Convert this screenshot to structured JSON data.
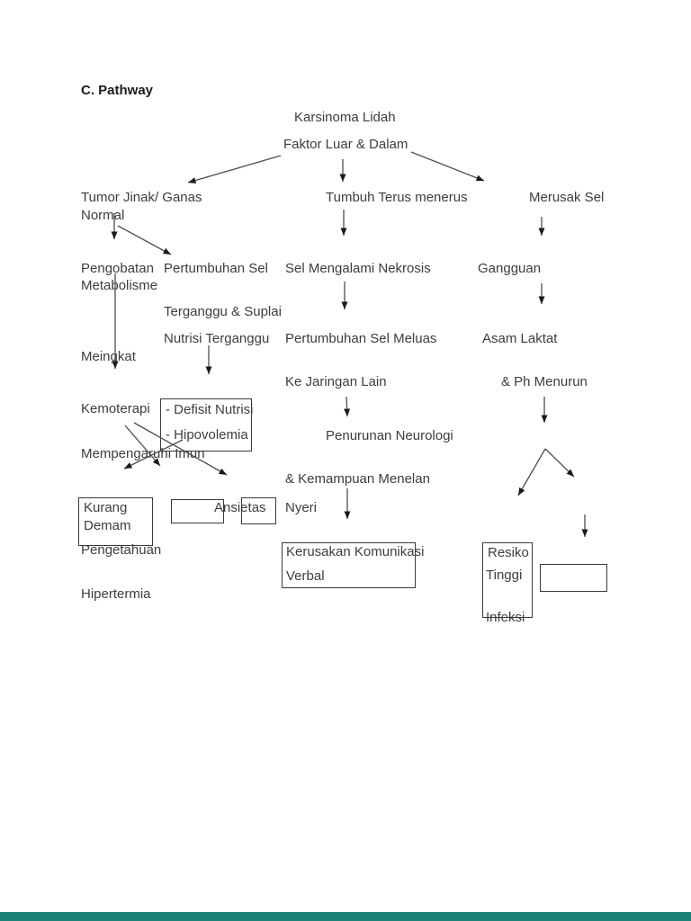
{
  "page": {
    "heading": "C. Pathway"
  },
  "colors": {
    "background": "#ffffff",
    "text": "#3d3d3d",
    "line": "#4d4d4d",
    "box_border": "#3a3a3a",
    "footer_bar": "#1e8178"
  },
  "nodes": {
    "karsinoma": "Karsinoma Lidah",
    "faktor": "Faktor Luar & Dalam",
    "tumor1": "Tumor Jinak/ Ganas",
    "tumor2": "Normal",
    "tumbuh": "Tumbuh Terus menerus",
    "merusak": "Merusak Sel",
    "pengobatan": "Pengobatan",
    "metabolisme": "Metabolisme",
    "pertumbuhan_sel": "Pertumbuhan Sel",
    "sel_nekrosis": "Sel Mengalami Nekrosis",
    "gangguan": "Gangguan",
    "terganggu": "Terganggu & Suplai",
    "nutrisi": "Nutrisi Terganggu",
    "pertumbuhan_meluas": "Pertumbuhan Sel Meluas",
    "asam_laktat": "Asam Laktat",
    "meingkat": "Meingkat",
    "ke_jaringan": "Ke Jaringan Lain",
    "ph_menurun": "& Ph Menurun",
    "kemoterapi": "Kemoterapi",
    "defisit": "- Defisit Nutrisi",
    "hipovolemia": "- Hipovolemia",
    "penurunan": "Penurunan Neurologi",
    "mempengaruhi": "Mempengaruhi Imun",
    "kemampuan": "& Kemampuan Menelan",
    "kurang": "Kurang",
    "demam": "Demam",
    "ansietas": "Ansietas",
    "nyeri": "Nyeri",
    "pengetahuan": "Pengetahuan",
    "kerusakan": "Kerusakan Komunikasi",
    "verbal": "Verbal",
    "resiko": "Resiko",
    "tinggi": "Tinggi",
    "infeksi": "Infeksi",
    "hipertermia": "Hipertermia",
    "empty_box_left": "",
    "empty_box_right": ""
  },
  "edges": [
    "faktor -> tumor1/normal",
    "faktor -> tumbuh",
    "faktor -> merusak",
    "tumor -> pengobatan/metabolisme",
    "tumor -> pertumbuhan_sel",
    "metabolisme -> meingkat",
    "pertumbuhan_sel -> nutrisi_terganggu -> defisit/hipovolemia",
    "tumbuh -> sel_nekrosis -> pertumbuhan_meluas -> ke_jaringan -> penurunan",
    "kemampuan_menelan -> kerusakan_komunikasi_verbal",
    "merusak -> gangguan -> asam_laktat -> ph_menurun -> resiko_tinggi_infeksi",
    "ph_menurun -> empty_box_right",
    "kemoterapi/mempengaruhi -> kurang_demam / ansietas / empty_box_left"
  ]
}
